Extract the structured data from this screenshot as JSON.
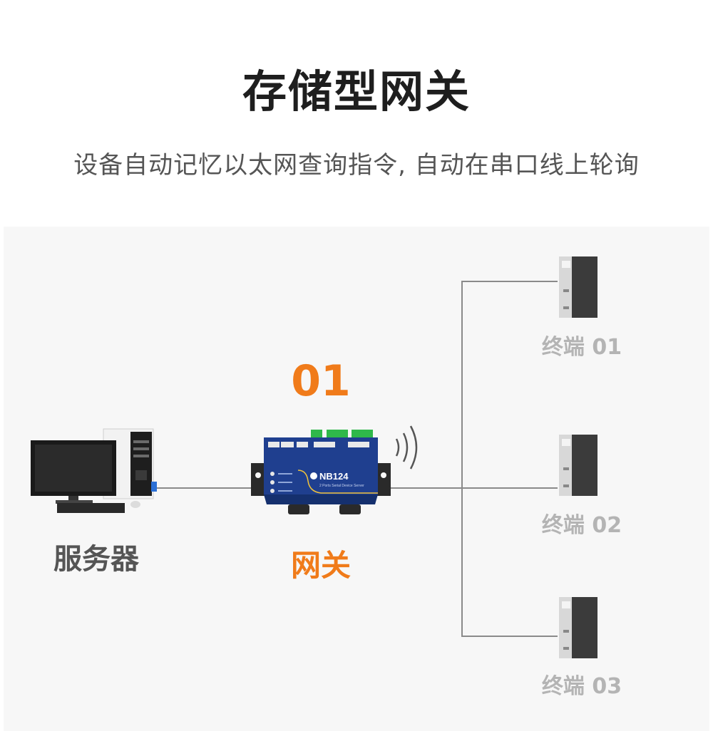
{
  "header": {
    "title": "存储型网关",
    "subtitle": "设备自动记忆以太网查询指令, 自动在串口线上轮询"
  },
  "diagram": {
    "server_label": "服务器",
    "step_number": "01",
    "gateway_label": "网关",
    "gateway_model": "NB124",
    "gateway_caption": "2 Ports Serial Device Server",
    "terminals": [
      {
        "label": "终端 01"
      },
      {
        "label": "终端 02"
      },
      {
        "label": "终端 03"
      }
    ]
  },
  "colors": {
    "accent": "#f07b1a",
    "wire": "#8a8a8a",
    "gateway_body": "#1f3f8f",
    "terminal_body": "#3b3b3b"
  }
}
